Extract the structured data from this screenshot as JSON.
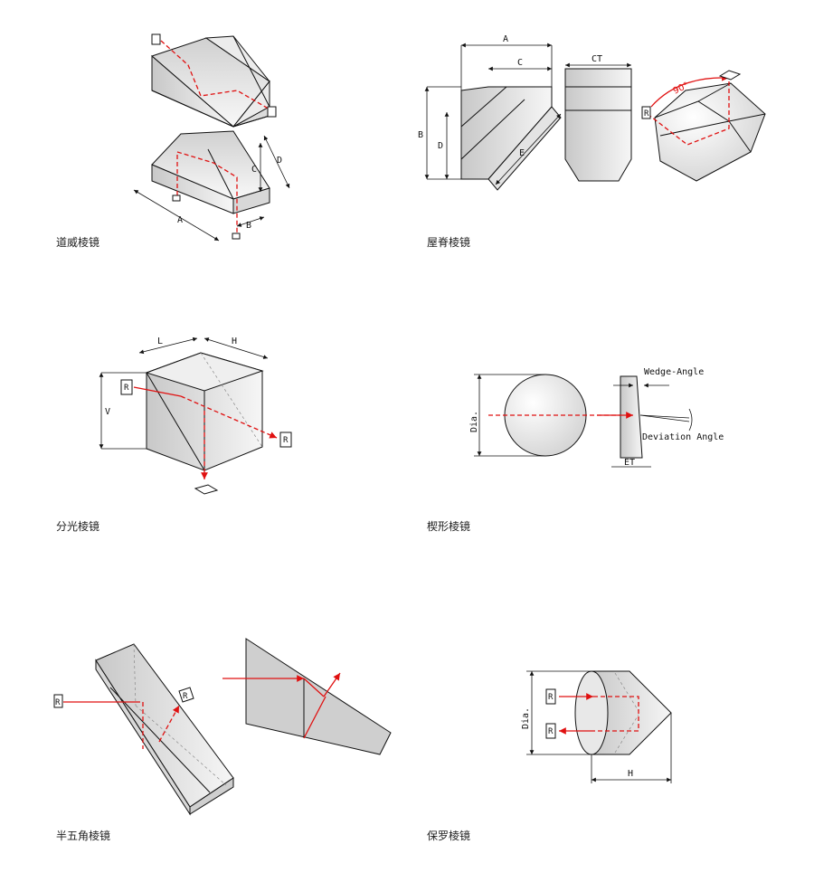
{
  "captions": {
    "dove": "道威棱镜",
    "roof": "屋脊棱镜",
    "splitter": "分光棱镜",
    "wedge": "楔形棱镜",
    "penta": "半五角棱镜",
    "porro": "保罗棱镜"
  },
  "dove_labels": {
    "a": "A",
    "b": "B",
    "c": "C",
    "d": "D"
  },
  "roof_labels": {
    "a": "A",
    "c": "C",
    "ct": "CT",
    "b": "B",
    "d": "D",
    "e": "E",
    "angle": "90°",
    "r": "R"
  },
  "splitter_labels": {
    "l": "L",
    "h": "H",
    "v": "V",
    "r": "R"
  },
  "wedge_labels": {
    "dia": "Dia.",
    "wedge_angle": "Wedge-Angle",
    "deviation_angle": "Deviation Angle",
    "et": "ET"
  },
  "penta_labels": {
    "r": "R"
  },
  "porro_labels": {
    "dia": "Dia.",
    "h": "H",
    "r": "R"
  },
  "colors": {
    "ray": "#e01010",
    "face_fill": "#e6e6e6"
  }
}
